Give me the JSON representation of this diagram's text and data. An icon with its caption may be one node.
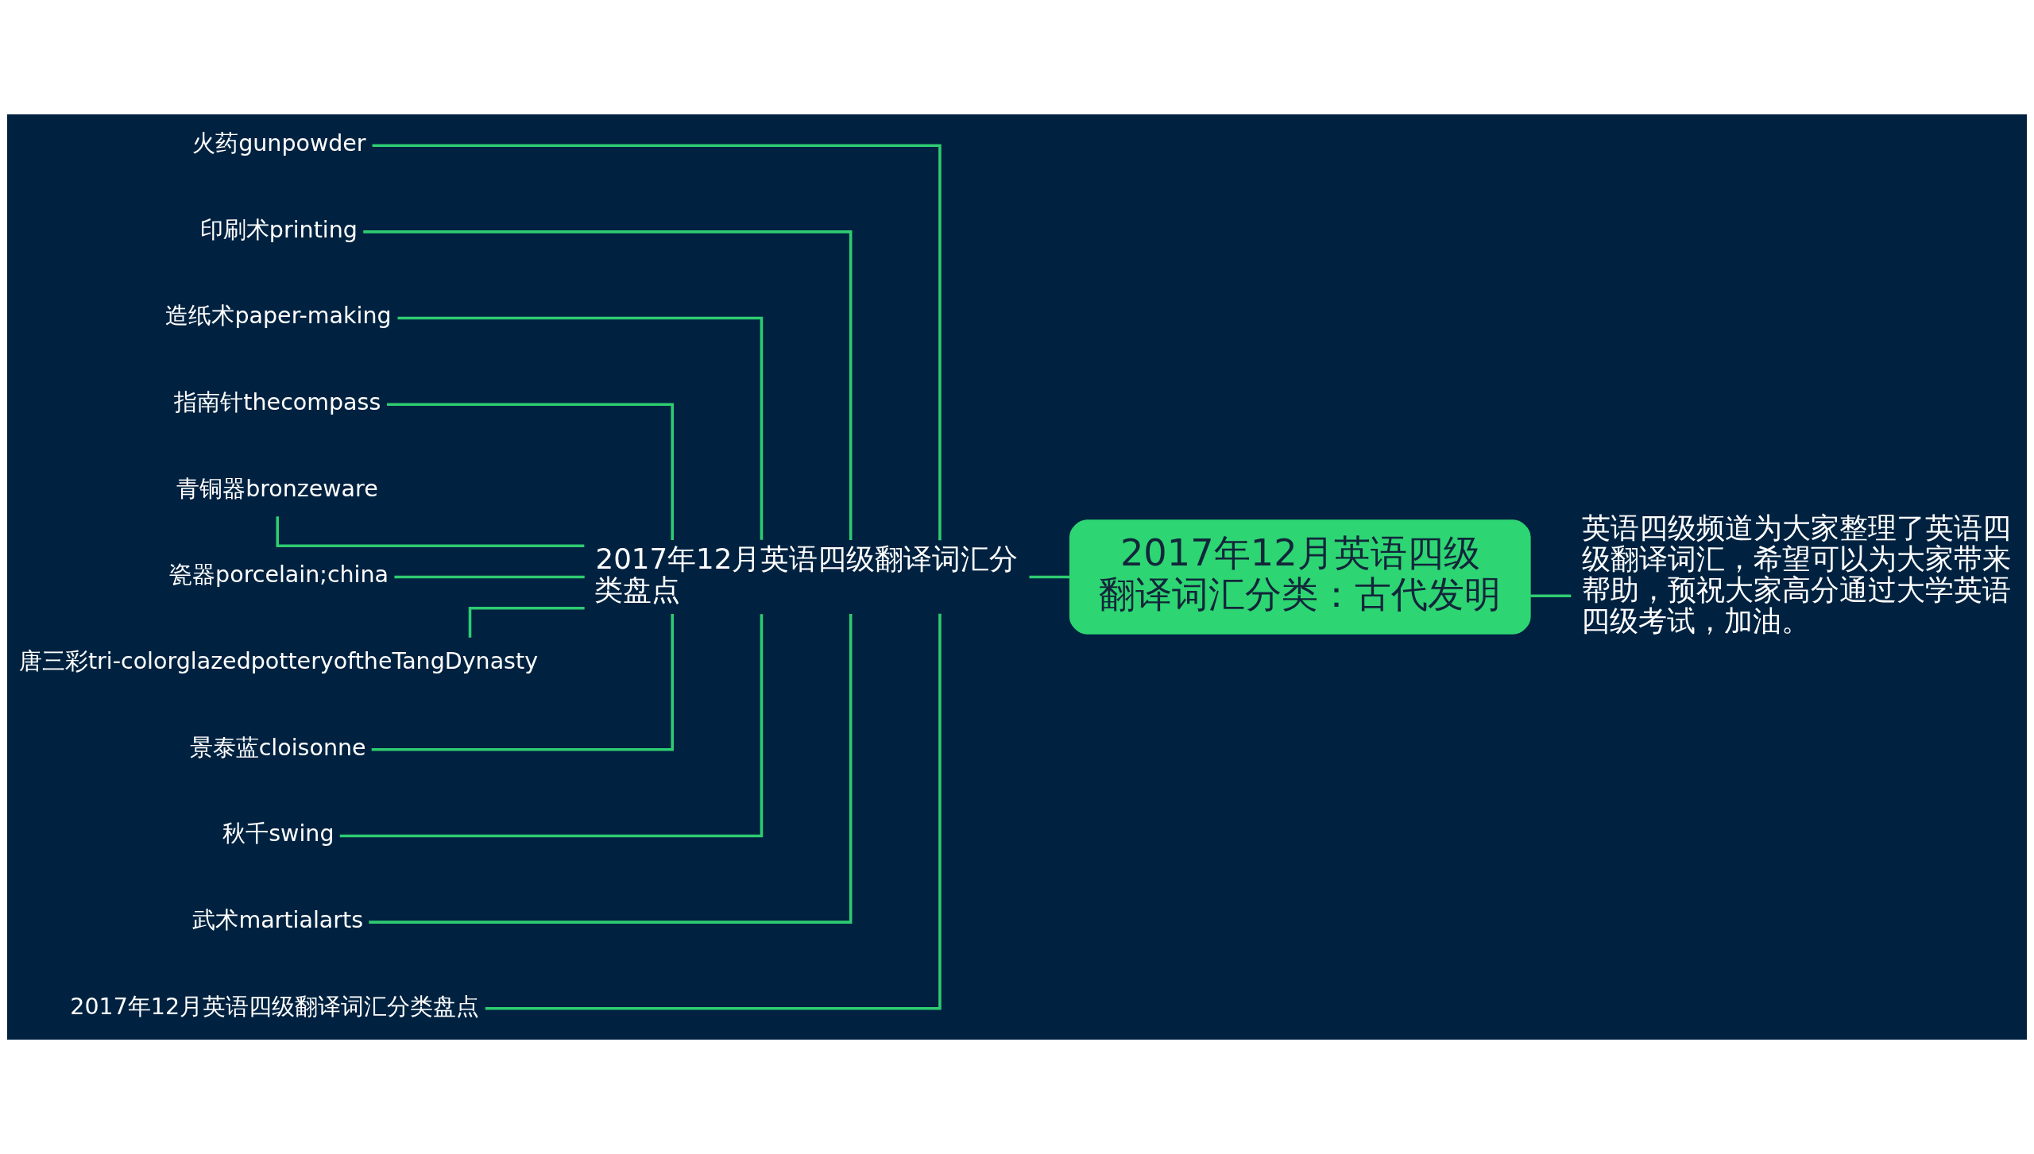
{
  "diagram": {
    "nodes": [
      {
        "text": [
          "2017年12月英语四级翻译词汇分类：古代发明"
        ]
      },
      {
        "text": [
          "2017年12月英语四级翻译词汇分类盘点"
        ]
      },
      {
        "text": [
          "火药gunpowder"
        ]
      },
      {
        "text": [
          "印刷术printing"
        ]
      },
      {
        "text": [
          "造纸术paper-making"
        ]
      },
      {
        "text": [
          "指南针thecompass"
        ]
      },
      {
        "text": [
          "青铜器bronzeware"
        ]
      },
      {
        "text": [
          "瓷器porcelain;china"
        ]
      },
      {
        "text": [
          "唐三彩tri-colorglazedpotteryoftheTangDynasty"
        ]
      },
      {
        "text": [
          "景泰蓝cloisonne"
        ]
      },
      {
        "text": [
          "秋千swing"
        ]
      },
      {
        "text": [
          "武术martialarts"
        ]
      },
      {
        "text": [
          "2017年12月英语四级翻译词汇分类盘点"
        ]
      },
      {
        "text": [
          "英语四级频道为大家整理了英语四级翻译词汇，希望可以为大家带来帮助，预祝大家高分通过大学英语四级考试，加油。"
        ]
      }
    ],
    "edges": [
      {
        "from": 0,
        "to": 1,
        "arrow": "none"
      },
      {
        "from": 1,
        "to": 2,
        "arrow": "none"
      },
      {
        "from": 1,
        "to": 3,
        "arrow": "none"
      },
      {
        "from": 1,
        "to": 4,
        "arrow": "none"
      },
      {
        "from": 1,
        "to": 5,
        "arrow": "none"
      },
      {
        "from": 1,
        "to": 6,
        "arrow": "none"
      },
      {
        "from": 1,
        "to": 7,
        "arrow": "none"
      },
      {
        "from": 1,
        "to": 8,
        "arrow": "none"
      },
      {
        "from": 1,
        "to": 9,
        "arrow": "none"
      },
      {
        "from": 1,
        "to": 10,
        "arrow": "none"
      },
      {
        "from": 1,
        "to": 11,
        "arrow": "none"
      },
      {
        "from": 1,
        "to": 12,
        "arrow": "none"
      },
      {
        "from": 0,
        "to": 13,
        "arrow": "none"
      }
    ]
  }
}
